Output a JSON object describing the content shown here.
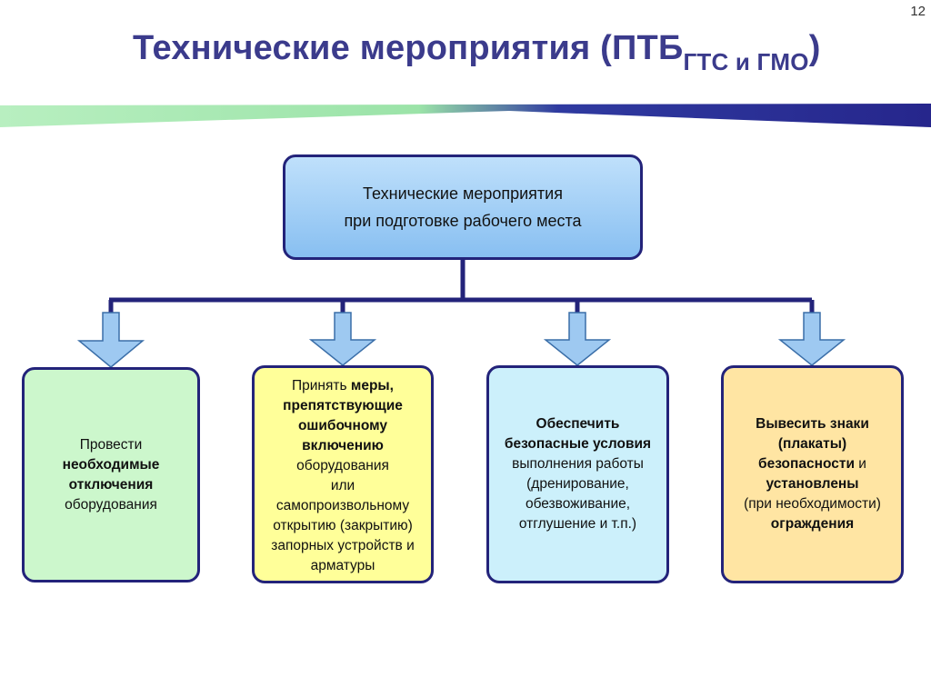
{
  "slide": {
    "page_number": "12",
    "title_main": "Технические мероприятия (ПТБ",
    "title_sub": "ГТС и ГМО",
    "title_close": ")"
  },
  "colors": {
    "title": "#3b3b8c",
    "connector": "#23237a",
    "arrow_fill": "#9ec9f1",
    "band_green": "#99e6a6",
    "band_blue": "#2a2a96"
  },
  "top_box": {
    "lines": [
      "Технические мероприятия",
      "при подготовке рабочего места"
    ]
  },
  "boxes": [
    {
      "color": "#ccf7cc",
      "lines": [
        [
          {
            "t": "Провести",
            "b": false
          }
        ],
        [
          {
            "t": "необходимые",
            "b": true
          }
        ],
        [
          {
            "t": "отключения",
            "b": true
          }
        ],
        [
          {
            "t": "оборудования",
            "b": false
          }
        ]
      ]
    },
    {
      "color": "#ffff99",
      "lines": [
        [
          {
            "t": "Принять ",
            "b": false
          },
          {
            "t": "меры,",
            "b": true
          }
        ],
        [
          {
            "t": "препятствующие",
            "b": true
          }
        ],
        [
          {
            "t": "ошибочному",
            "b": true
          }
        ],
        [
          {
            "t": "включению",
            "b": true
          }
        ],
        [
          {
            "t": "оборудования",
            "b": false
          }
        ],
        [
          {
            "t": "или",
            "b": false
          }
        ],
        [
          {
            "t": "самопроизвольному",
            "b": false
          }
        ],
        [
          {
            "t": "открытию (закрытию)",
            "b": false
          }
        ],
        [
          {
            "t": "запорных устройств и",
            "b": false
          }
        ],
        [
          {
            "t": "арматуры",
            "b": false
          }
        ]
      ]
    },
    {
      "color": "#ccf0fb",
      "lines": [
        [
          {
            "t": "Обеспечить",
            "b": true
          }
        ],
        [
          {
            "t": "безопасные условия",
            "b": true
          }
        ],
        [
          {
            "t": "выполнения работы",
            "b": false
          }
        ],
        [
          {
            "t": "(дренирование,",
            "b": false
          }
        ],
        [
          {
            "t": "обезвоживание,",
            "b": false
          }
        ],
        [
          {
            "t": "отглушение и т.п.)",
            "b": false
          }
        ]
      ]
    },
    {
      "color": "#ffe5a3",
      "lines": [
        [
          {
            "t": "Вывесить знаки",
            "b": true
          }
        ],
        [
          {
            "t": "(плакаты)",
            "b": true
          }
        ],
        [
          {
            "t": "безопасности",
            "b": true
          },
          {
            "t": " и",
            "b": false
          }
        ],
        [
          {
            "t": "установлены",
            "b": true
          }
        ],
        [
          {
            "t": "(при необходимости)",
            "b": false
          }
        ],
        [
          {
            "t": "ограждения",
            "b": true
          }
        ]
      ]
    }
  ]
}
